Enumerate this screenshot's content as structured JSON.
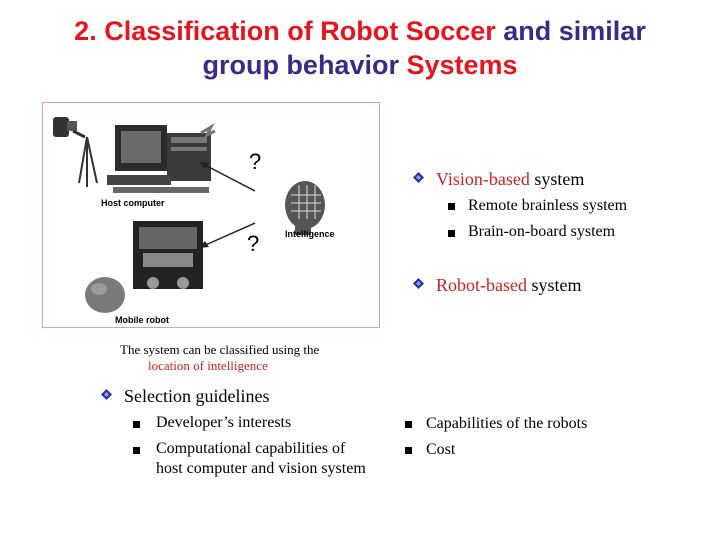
{
  "title": {
    "line1_red": "2. Classification of Robot Soccer",
    "line1_purple": " and similar",
    "line2_purple": "group behavior",
    "line2_red": " Systems"
  },
  "figure": {
    "host_label": "Host computer",
    "intelligence_label": "Intelligence",
    "robot_label": "Mobile robot",
    "question_top": "?",
    "question_bottom": "?"
  },
  "caption": {
    "line1": "The system  can be classified using the",
    "line2": "location of intelligence"
  },
  "right_list": {
    "vision_red": "Vision-based",
    "vision_rest": " system",
    "sub1": "Remote brainless system",
    "sub2": "Brain-on-board system",
    "robot_red": "Robot-based",
    "robot_rest": " system"
  },
  "guidelines": {
    "heading": "Selection guidelines",
    "left1": "Developer’s interests",
    "left2_line1": "Computational capabilities of",
    "left2_line2": "host computer and vision system",
    "right1": "Capabilities of the robots",
    "right2": "Cost"
  },
  "colors": {
    "red": "#e8141c",
    "purple": "#3d2a86",
    "diamond": "#2a2fa0"
  }
}
